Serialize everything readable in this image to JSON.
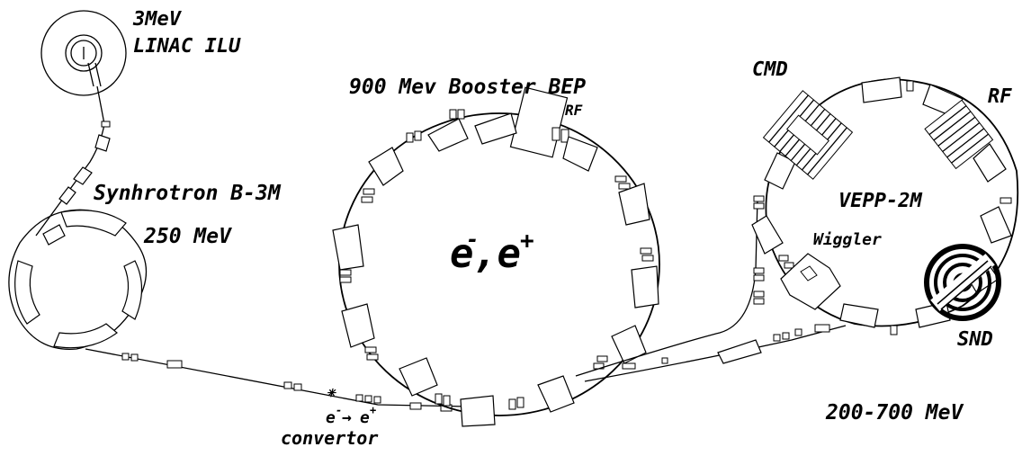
{
  "labels": {
    "linac_energy": "3MeV",
    "linac_name": "LINAC ILU",
    "booster": "900 Mev Booster BEP",
    "booster_rf": "RF",
    "synchrotron": "Synhrotron B-3M",
    "synchrotron_energy": "250 MeV",
    "booster_particles_e": "e",
    "booster_particles_minus": "-",
    "booster_particles_sep": ",e",
    "booster_particles_plus": "+",
    "cmd": "CMD",
    "vepp_rf": "RF",
    "vepp": "VEPP-2M",
    "wiggler": "Wiggler",
    "snd": "SND",
    "vepp_energy": "200-700 MeV",
    "conv_e1": "e",
    "conv_minus": "-",
    "conv_arrow": "→",
    "conv_e2": "e",
    "conv_plus": "+",
    "convertor": "convertor"
  },
  "icons": {
    "converter_target": "star-icon"
  }
}
